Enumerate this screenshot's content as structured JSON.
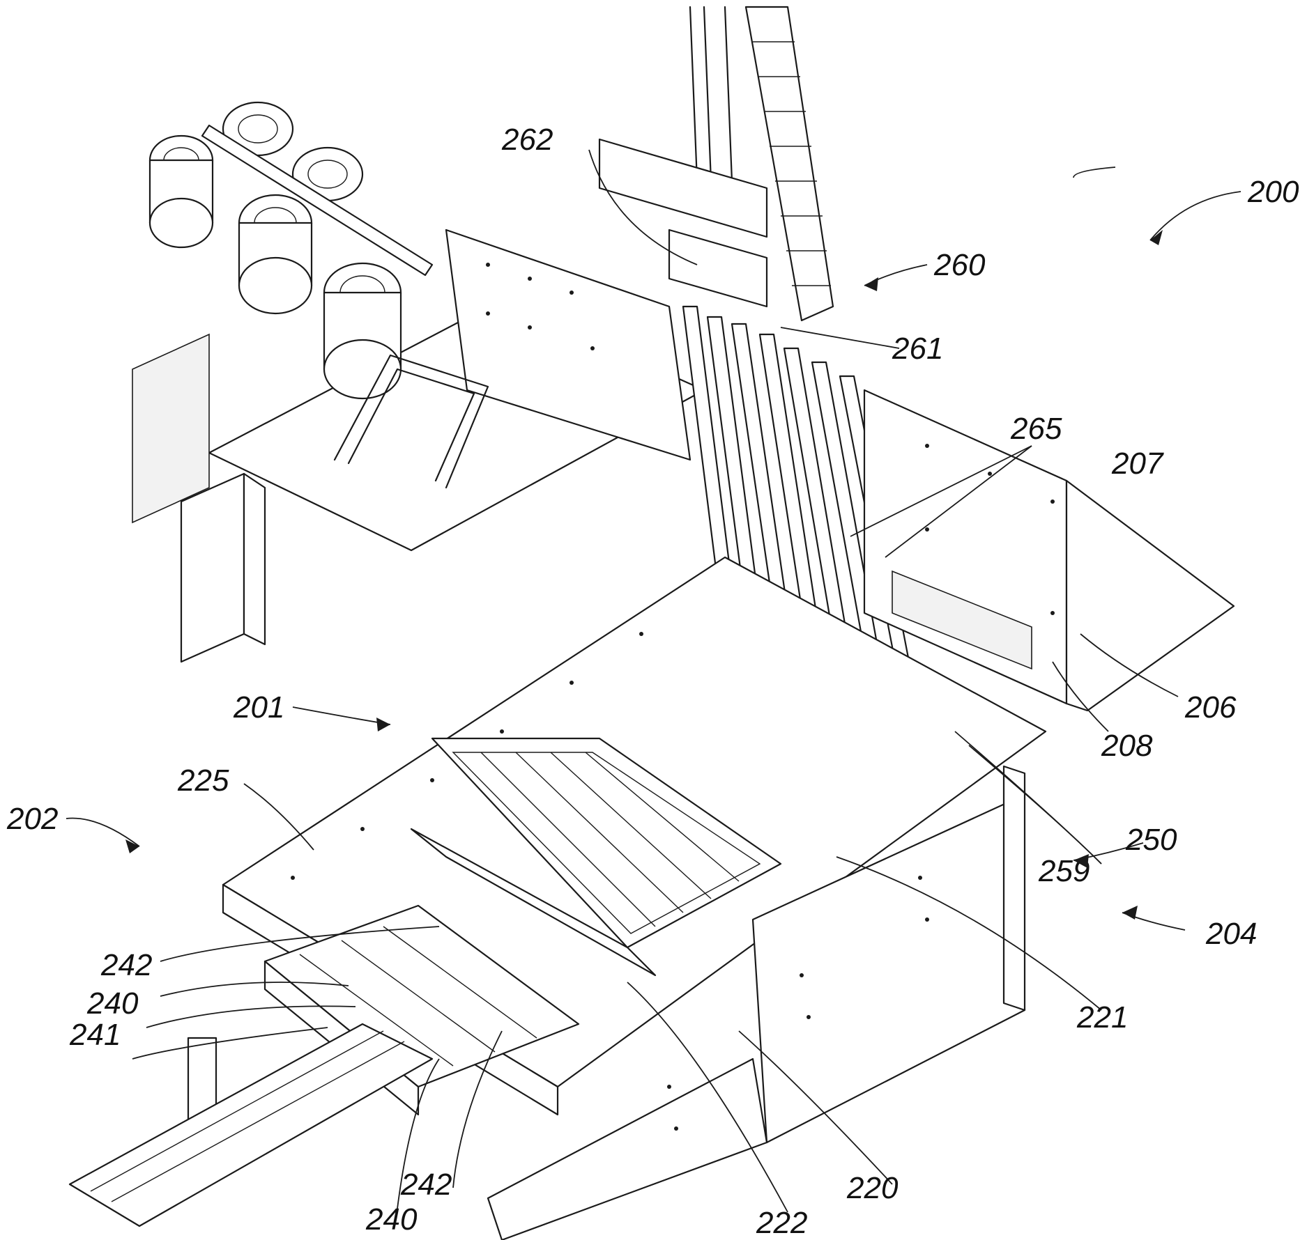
{
  "figure": {
    "ref_labels": {
      "r200": "200",
      "r201": "201",
      "r202": "202",
      "r204": "204",
      "r206": "206",
      "r207": "207",
      "r208": "208",
      "r220": "220",
      "r221": "221",
      "r222": "222",
      "r225": "225",
      "r240a": "240",
      "r240b": "240",
      "r241": "241",
      "r242a": "242",
      "r242b": "242",
      "r250": "250",
      "r259": "259",
      "r260": "260",
      "r261": "261",
      "r262": "262",
      "r265": "265"
    }
  }
}
